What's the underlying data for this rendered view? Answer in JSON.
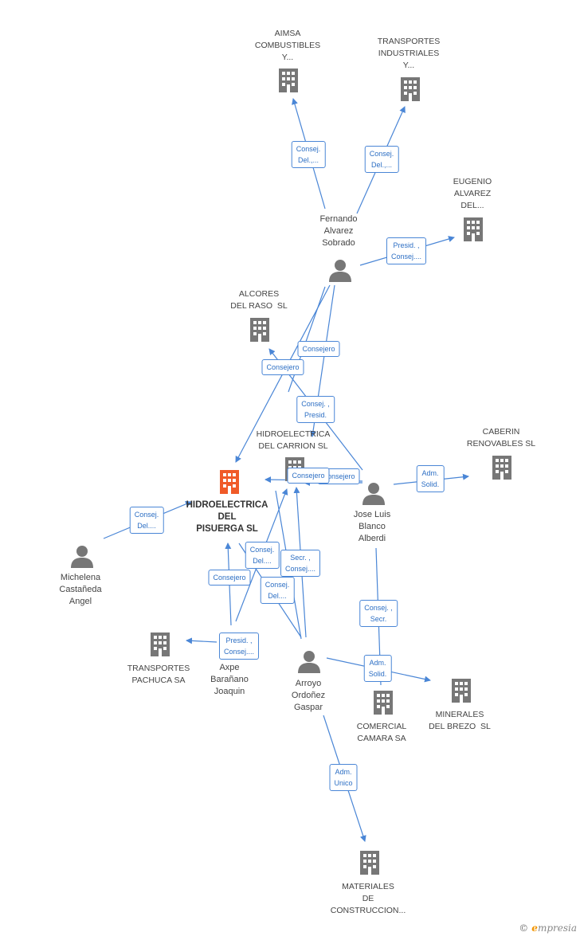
{
  "colors": {
    "edge": "#4a86d6",
    "company": "#777777",
    "main_company": "#f05a28",
    "person": "#777777"
  },
  "nodes": {
    "aimsa": {
      "label": "AIMSA\nCOMBUSTIBLES\nY...",
      "icon": "building-icon"
    },
    "transportes_industriales": {
      "label": "TRANSPORTES\nINDUSTRIALES\nY...",
      "icon": "building-icon"
    },
    "eugenio_alvarez": {
      "label": "EUGENIO\nALVAREZ\nDEL...",
      "icon": "building-icon"
    },
    "fernando_alvarez": {
      "label": "Fernando\nAlvarez\nSobrado",
      "icon": "person-icon"
    },
    "alcores": {
      "label": "ALCORES\nDEL RASO  SL",
      "icon": "building-icon"
    },
    "hidroelectrica_carrion": {
      "label": "HIDROELECTRICA\nDEL CARRION SL",
      "icon": "building-icon"
    },
    "caberin": {
      "label": "CABERIN\nRENOVABLES SL",
      "icon": "building-icon"
    },
    "hidroelectrica_pisuerga": {
      "label": "HIDROELECTRICA\nDEL\nPISUERGA SL",
      "icon": "building-icon"
    },
    "jose_luis": {
      "label": "Jose Luis\nBlanco\nAlberdi",
      "icon": "person-icon"
    },
    "michelena": {
      "label": "Michelena\nCastañeda\nAngel",
      "icon": "person-icon"
    },
    "transportes_pachuca": {
      "label": "TRANSPORTES\nPACHUCA SA",
      "icon": "building-icon"
    },
    "axpe": {
      "label": "Axpe\nBarañano\nJoaquin",
      "icon": "person-icon"
    },
    "arroyo": {
      "label": "Arroyo\nOrdoñez\nGaspar",
      "icon": "person-icon"
    },
    "comercial_camara": {
      "label": "COMERCIAL\nCAMARA SA",
      "icon": "building-icon"
    },
    "minerales": {
      "label": "MINERALES\nDEL BREZO  SL",
      "icon": "building-icon"
    },
    "materiales": {
      "label": "MATERIALES\nDE\nCONSTRUCCION...",
      "icon": "building-icon"
    }
  },
  "edges": {
    "fernando_aimsa": "Consej.\nDel.,...",
    "fernando_transportes": "Consej.\nDel.,...",
    "fernando_eugenio": "Presid. ,\nConsej....",
    "fernando_carrion": "Consejero",
    "fernando_pisuerga": "Consejero",
    "jose_alcores": "Consej. ,\nPresid.",
    "jose_pisuerga": "Consejero",
    "jose_carrion": "Consejero",
    "jose_caberin": "Adm.\nSolid.",
    "jose_comercial": "Consej. ,\nSecr.",
    "michelena_pisuerga": "Consej.\nDel....",
    "axpe_pisuerga": "Consejero",
    "axpe_pachuca": "Presid. ,\nConsej....",
    "arroyo_pisuerga": "Consej.\nDel....",
    "arroyo_carrion_secr": "Secr. ,\nConsej....",
    "arroyo_carrion_del": "Consej.\nDel....",
    "arroyo_minerales": "Adm.\nSolid.",
    "arroyo_materiales": "Adm.\nUnico"
  },
  "footer": {
    "copyright": "©",
    "brand_initial": "e",
    "brand_rest": "mpresia"
  }
}
